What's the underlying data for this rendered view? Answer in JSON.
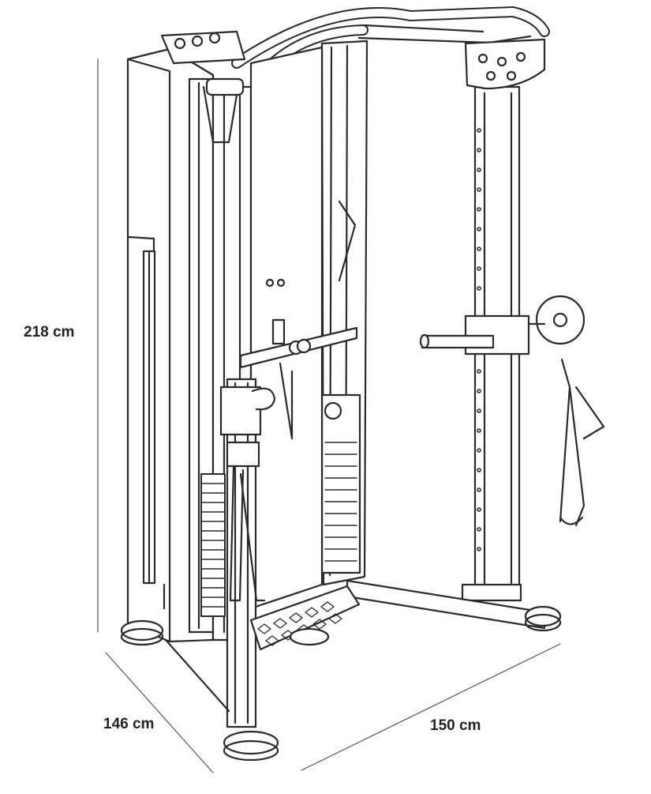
{
  "dimensions": {
    "height": "218 cm",
    "depth": "146 cm",
    "width": "150 cm"
  },
  "colors": {
    "line": "#2a2a2a",
    "fill": "#ffffff",
    "dimension_line": "#555555"
  },
  "icons": [
    "functional-trainer-machine"
  ]
}
